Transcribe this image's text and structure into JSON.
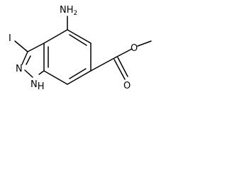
{
  "molecule": {
    "atoms": {
      "amine": {
        "main": "NH",
        "sub": "2"
      },
      "iodine": {
        "text": "I"
      },
      "ring_n": {
        "text": "N"
      },
      "ring_nh": {
        "main": "N",
        "sub": "H"
      },
      "carbonyl_o": {
        "text": "O"
      },
      "ester_o": {
        "text": "O"
      }
    }
  }
}
